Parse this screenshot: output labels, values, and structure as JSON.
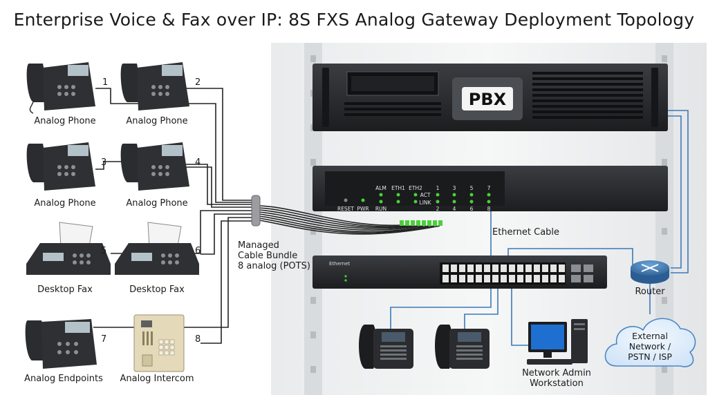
{
  "title": "Enterprise Voice & Fax over IP: 8S FXS Analog Gateway Deployment Topology",
  "endpoints": [
    {
      "label": "Analog Phone",
      "port": "1"
    },
    {
      "label": "Analog Phone",
      "port": "2"
    },
    {
      "label": "Analog Phone",
      "port": "3"
    },
    {
      "label": "Analog Phone",
      "port": "4"
    },
    {
      "label": "Desktop Fax",
      "port": "5"
    },
    {
      "label": "Desktop Fax",
      "port": "6"
    },
    {
      "label": "Analog Endpoints",
      "port": "7"
    },
    {
      "label": "Analog Intercom",
      "port": "8"
    }
  ],
  "bundle": {
    "line1": "Managed",
    "line2": "Cable Bundle",
    "line3": "8 analog (POTS)"
  },
  "pbx": {
    "logo": "PBX"
  },
  "gateway": {
    "reset": "RESET",
    "pwr": "PWR",
    "alm": "ALM",
    "run": "RUN",
    "eth1": "ETH1",
    "eth2": "ETH2",
    "act": "ACT",
    "link": "LINK",
    "ports_top": [
      "1",
      "3",
      "5",
      "7"
    ],
    "ports_bottom": [
      "2",
      "4",
      "6",
      "8"
    ]
  },
  "ethernet_cable": "Ethernet Cable",
  "switch": {
    "label": "Ethernet"
  },
  "router": "Router",
  "external": {
    "line1": "External",
    "line2": "Network /",
    "line3": "PSTN / ISP"
  },
  "workstation": {
    "line1": "Network Admin",
    "line2": "Workstation"
  },
  "colors": {
    "cable_dark": "#222222",
    "cable_blue": "#3b78b8",
    "led_green": "#49d13a",
    "device_dark": "#26282b",
    "rack": "#cfd2d5"
  }
}
